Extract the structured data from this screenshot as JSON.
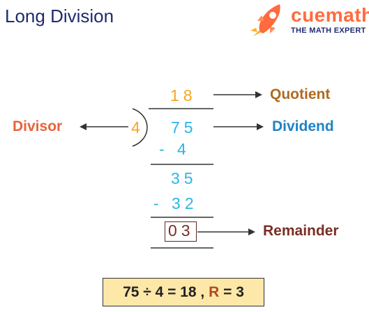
{
  "header": {
    "title": "Long Division",
    "brand_name": "cuemath",
    "brand_tagline": "THE MATH EXPERT"
  },
  "division": {
    "quotient": "18",
    "divisor": "4",
    "dividend": "75",
    "steps": [
      "- 4",
      "35",
      "- 32"
    ],
    "remainder": "03"
  },
  "labels": {
    "quotient": "Quotient",
    "dividend": "Dividend",
    "divisor": "Divisor",
    "remainder": "Remainder"
  },
  "result": {
    "equation": "75 ÷ 4 = 18 , ",
    "remainder_label": "R",
    "remainder_eq": " = ",
    "remainder_value": "3"
  },
  "colors": {
    "title": "#1f2b6f",
    "brand": "#ff6b3d",
    "quotient_digits": "#f5a623",
    "dividend_digits": "#29b6e8",
    "remainder_digits": "#7a2e25",
    "result_background": "#fde8a8"
  }
}
